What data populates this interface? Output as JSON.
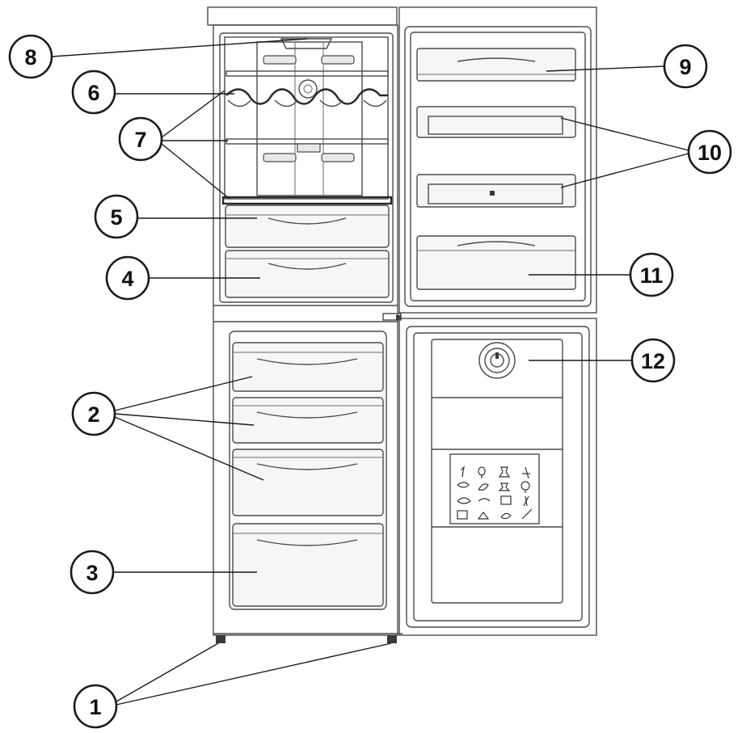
{
  "callouts": [
    {
      "id": "1",
      "label": "1"
    },
    {
      "id": "2",
      "label": "2"
    },
    {
      "id": "3",
      "label": "3"
    },
    {
      "id": "4",
      "label": "4"
    },
    {
      "id": "5",
      "label": "5"
    },
    {
      "id": "6",
      "label": "6"
    },
    {
      "id": "7",
      "label": "7"
    },
    {
      "id": "8",
      "label": "8"
    },
    {
      "id": "9",
      "label": "9"
    },
    {
      "id": "10",
      "label": "10"
    },
    {
      "id": "11",
      "label": "11"
    },
    {
      "id": "12",
      "label": "12"
    }
  ],
  "colors": {
    "line": "#4a4a4a",
    "fill": "#f6f6f6",
    "callout_border": "#1a1a1a"
  }
}
